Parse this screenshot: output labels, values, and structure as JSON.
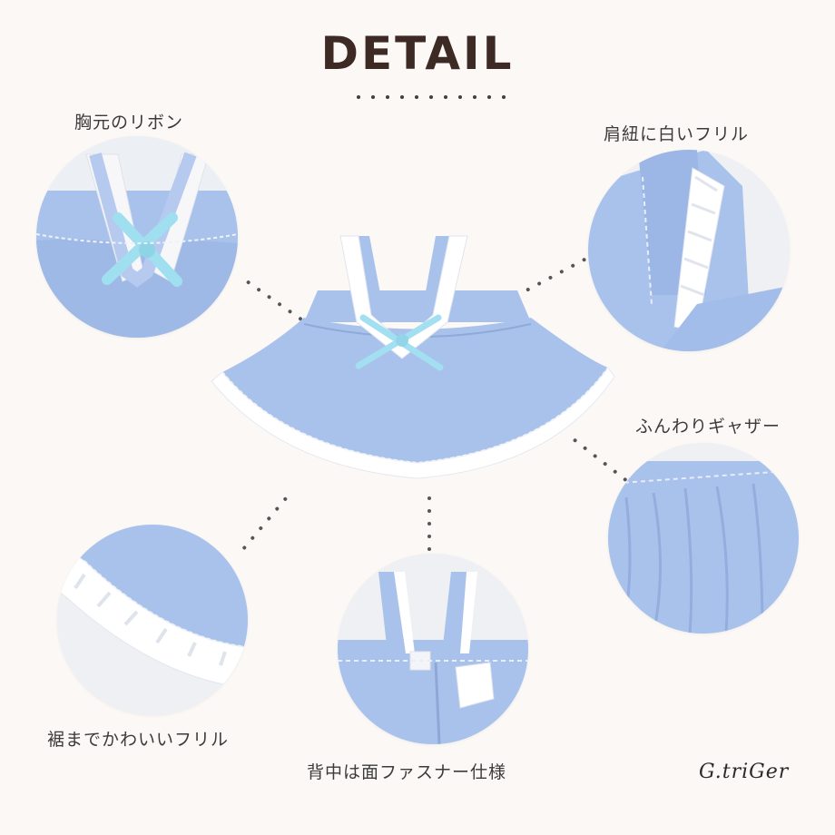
{
  "title": "DETAIL",
  "labels": {
    "ribbon": "胸元のリボン",
    "strap": "肩紐に白いフリル",
    "gather": "ふんわりギャザー",
    "hem": "裾までかわいいフリル",
    "back": "背中は面ファスナー仕様"
  },
  "signature": "G.triGer",
  "colors": {
    "dress": "#a9c2ec",
    "frill": "#ffffff",
    "ribbon": "#a6e0ee",
    "title": "#3e2a24"
  }
}
